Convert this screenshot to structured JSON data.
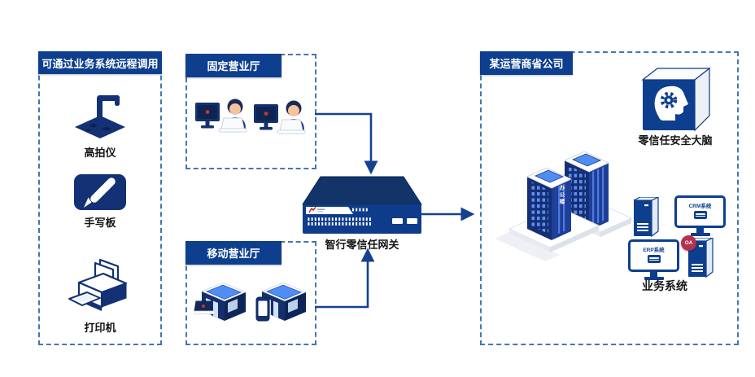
{
  "left_panel": {
    "title": "可通过业务系统远程调用",
    "items": [
      {
        "label": "高拍仪",
        "icon": "document-camera-icon"
      },
      {
        "label": "手写板",
        "icon": "writing-pad-icon"
      },
      {
        "label": "打印机",
        "icon": "printer-icon"
      }
    ]
  },
  "fixed_hall": {
    "title": "固定营业厅"
  },
  "mobile_hall": {
    "title": "移动营业厅"
  },
  "gateway": {
    "label": "智行零信任网关"
  },
  "provider": {
    "title": "某运营商省公司",
    "security_brain": {
      "label": "零信任安全大脑"
    },
    "office_building": {
      "label": "办公楼"
    },
    "business_systems": {
      "label": "业务系统",
      "crm": "CRM系统",
      "erp": "ERP系统",
      "oa": "OA"
    }
  },
  "colors": {
    "header_bg": "#0d3f8e",
    "dashed_border": "#4377ad",
    "arrow": "#17418f",
    "icon_navy": "#133174",
    "window_blue": "#5f8ef0",
    "roof_blue": "#4f8df2",
    "badge_red": "#b5314d",
    "logo_red": "#c2303e"
  }
}
